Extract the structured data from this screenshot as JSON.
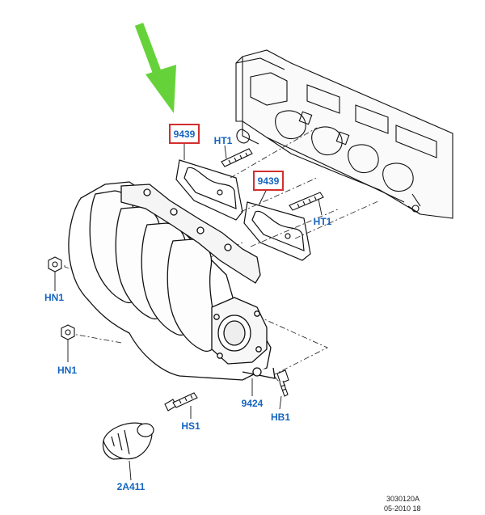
{
  "colors": {
    "callout_text": "#1565c0",
    "highlight_box": "#d32f2f",
    "arrow": "#66d23a",
    "line": "#111111"
  },
  "callouts": [
    {
      "id": "gasket_upper",
      "text": "9439",
      "highlighted": true
    },
    {
      "id": "gasket_lower",
      "text": "9439",
      "highlighted": true
    },
    {
      "id": "stud_upper",
      "text": "HT1",
      "highlighted": false
    },
    {
      "id": "stud_lower",
      "text": "HT1",
      "highlighted": false
    },
    {
      "id": "nut_upper",
      "text": "HN1",
      "highlighted": false
    },
    {
      "id": "nut_lower",
      "text": "HN1",
      "highlighted": false
    },
    {
      "id": "manifold",
      "text": "9424",
      "highlighted": false
    },
    {
      "id": "bolt_short",
      "text": "HB1",
      "highlighted": false
    },
    {
      "id": "bolt_long",
      "text": "HS1",
      "highlighted": false
    },
    {
      "id": "sleeve",
      "text": "2A411",
      "highlighted": false
    }
  ],
  "reference": {
    "drawing_number": "3030120A",
    "date_code": "05-2010 18"
  },
  "icons": {
    "pointer": "green-arrow-icon"
  }
}
